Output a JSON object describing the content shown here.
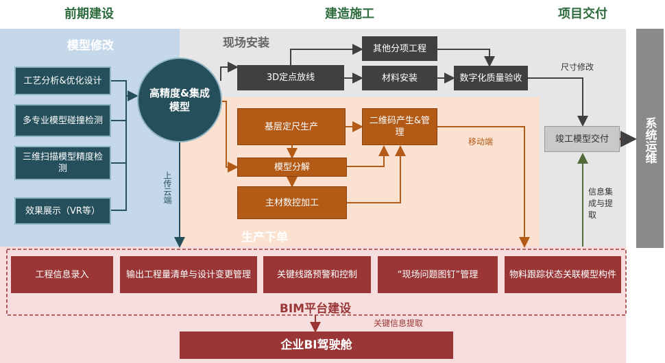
{
  "phases": {
    "pre": "前期建设",
    "build": "建造施工",
    "deliver": "项目交付"
  },
  "sections": {
    "model_mod": "模型修改",
    "site_install": "现场安装",
    "production_order": "生产下单",
    "bim_platform": "BIM平台建设",
    "ops": "系统运维"
  },
  "left_boxes": [
    "工艺分析&优化设计",
    "多专业模型碰撞检测",
    "三维扫描模型精度检测",
    "效果展示（VR等）"
  ],
  "center_node": "高精度&集成模型",
  "site_boxes": {
    "layout": "3D定点放线",
    "other": "其他分项工程",
    "material": "材料安装",
    "quality": "数字化质量验收"
  },
  "prod_boxes": {
    "base": "基层定尺生产",
    "qrcode": "二维码产生&管理",
    "decompose": "模型分解",
    "cnc": "主材数控加工"
  },
  "deliver_box": "竣工模型交付",
  "bim_boxes": [
    "工程信息录入",
    "输出工程量清单与设计变更管理",
    "关键线路预警和控制",
    "“现场问题图钉”管理",
    "物料跟踪状态关联模型构件"
  ],
  "bi_box": "企业BI驾驶舱",
  "labels": {
    "upload": "上传云端",
    "mobile": "移动端",
    "size_mod": "尺寸修改",
    "info": "信息集成与提取",
    "key_info": "关键信息提取"
  },
  "colors": {
    "blue_region": "#c5d8ea",
    "site_region": "#e8e8e8",
    "prod_region": "#fbe1cf",
    "bim_region": "#f7dede"
  }
}
